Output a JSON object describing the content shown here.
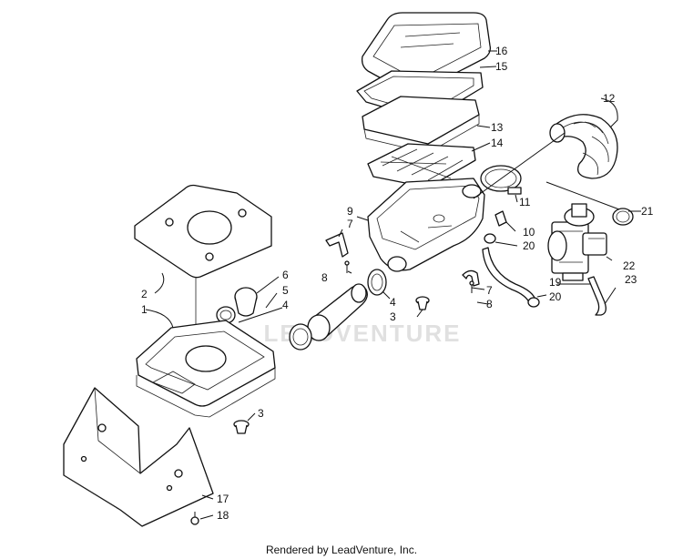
{
  "diagram": {
    "credit": "Rendered by LeadVenture, Inc.",
    "watermark": "LEADVENTURE",
    "callouts": [
      "1",
      "2",
      "3",
      "3",
      "4",
      "4",
      "5",
      "6",
      "7",
      "7",
      "8",
      "8",
      "9",
      "10",
      "11",
      "12",
      "13",
      "14",
      "15",
      "16",
      "17",
      "18",
      "19",
      "20",
      "20",
      "21",
      "22",
      "23"
    ]
  }
}
